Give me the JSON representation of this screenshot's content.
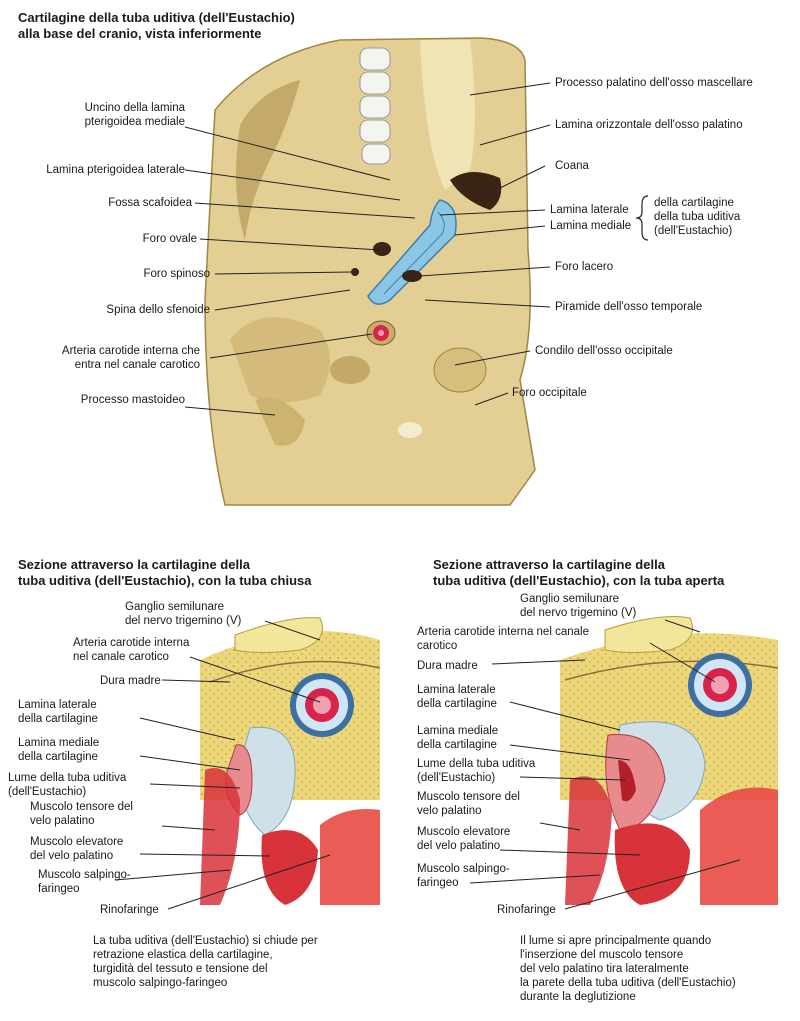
{
  "top": {
    "title_line1": "Cartilagine della tuba uditiva (dell'Eustachio)",
    "title_line2": "alla base del cranio, vista inferiormente",
    "labels_left": [
      "Uncino della lamina",
      "pterigoidea mediale",
      "Lamina pterigoidea laterale",
      "Fossa scafoidea",
      "Foro ovale",
      "Foro spinoso",
      "Spina dello sfenoide",
      "Arteria carotide interna che",
      "entra nel canale carotico",
      "Processo mastoideo"
    ],
    "labels_right": [
      "Processo palatino dell'osso mascellare",
      "Lamina orizzontale dell'osso palatino",
      "Coana",
      "Lamina laterale",
      "Lamina mediale",
      "Foro lacero",
      "Piramide dell'osso temporale",
      "Condilo dell'osso occipitale",
      "Foro occipitale"
    ],
    "brace_text": [
      "della cartilagine",
      "della tuba uditiva",
      "(dell'Eustachio)"
    ]
  },
  "left_section": {
    "title_line1": "Sezione attraverso la cartilagine della",
    "title_line2": "tuba uditiva (dell'Eustachio), con la tuba chiusa",
    "labels": [
      "Ganglio semilunare",
      "del nervo trigemino (V)",
      "Arteria carotide interna",
      "nel canale carotico",
      "Dura madre",
      "Lamina laterale",
      "della cartilagine",
      "Lamina mediale",
      "della cartilagine",
      "Lume della tuba uditiva",
      "(dell'Eustachio)",
      "Muscolo tensore del",
      "velo palatino",
      "Muscolo elevatore",
      "del velo palatino",
      "Muscolo salpingo-",
      "faringeo",
      "Rinofaringe"
    ],
    "caption": [
      "La tuba uditiva (dell'Eustachio) si chiude per",
      "retrazione elastica della cartilagine,",
      "turgidità del tessuto e tensione del",
      "muscolo salpingo-faringeo"
    ]
  },
  "right_section": {
    "title_line1": "Sezione attraverso la cartilagine della",
    "title_line2": "tuba uditiva (dell'Eustachio), con la tuba aperta",
    "labels": [
      "Ganglio semilunare",
      "del nervo trigemino (V)",
      "Arteria carotide interna nel canale",
      "carotico",
      "Dura madre",
      "Lamina laterale",
      "della cartilagine",
      "Lamina mediale",
      "della cartilagine",
      "Lume della tuba uditiva",
      "(dell'Eustachio)",
      "Muscolo tensore del",
      "velo palatino",
      "Muscolo elevatore",
      "del velo palatino",
      "Muscolo salpingo-",
      "faringeo",
      "Rinofaringe"
    ],
    "caption": [
      "Il lume si apre principalmente quando",
      "l'inserzione del muscolo tensore",
      "del velo palatino tira lateralmente",
      "la parete della tuba uditiva (dell'Eustachio)",
      "durante la deglutizione"
    ]
  },
  "colors": {
    "bone": "#e2cf8f",
    "bone_dark": "#b39a55",
    "cartilage": "#8cc6e6",
    "artery": "#d8234a",
    "muscle": "#d8333a",
    "tissue": "#cfe0e8"
  }
}
